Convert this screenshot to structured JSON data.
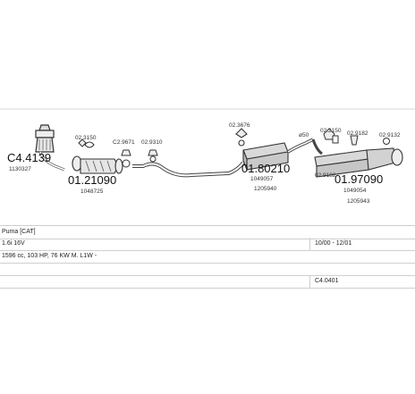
{
  "diagram": {
    "labels": [
      {
        "id": "cat-main",
        "code": "C4.4139",
        "sub": [
          "1130327"
        ]
      },
      {
        "id": "flex-pipe",
        "code": "01.21090",
        "sub": [
          "1048725"
        ]
      },
      {
        "id": "center-box",
        "code": "01.80210",
        "sub": [
          "1049057",
          "1205940"
        ]
      },
      {
        "id": "rear-box",
        "code": "01.97090",
        "sub": [
          "1049054",
          "1205943"
        ]
      }
    ],
    "small_parts": [
      {
        "id": "c2350",
        "code": "02.3150"
      },
      {
        "id": "c29671",
        "code": "C2.9671"
      },
      {
        "id": "c29310",
        "code": "02.9310"
      },
      {
        "id": "c3676",
        "code": "02.3676"
      },
      {
        "id": "c50",
        "code": "ø50"
      },
      {
        "id": "c2150",
        "code": "02.2150"
      },
      {
        "id": "c9182a",
        "code": "02.9182"
      },
      {
        "id": "c9132",
        "code": "02.9132"
      },
      {
        "id": "c9182b",
        "code": "02.9182"
      }
    ]
  },
  "vehicle": {
    "model": "Puma [CAT]",
    "engine": "1.6i 16V",
    "production": "10/00 - 12/01",
    "spec": "1596 cc, 103 HP, 76 KW M. L1W -",
    "reference": "C4.0401"
  }
}
